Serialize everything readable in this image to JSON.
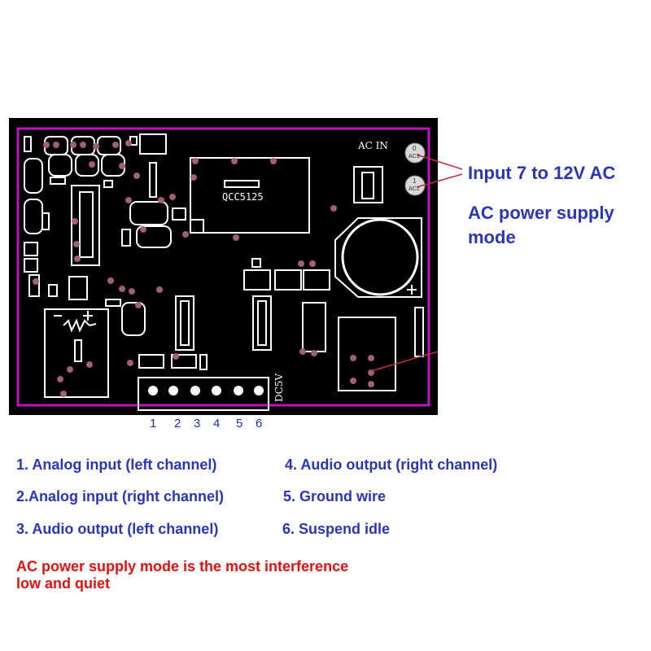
{
  "board": {
    "ac_in_label": "AC IN",
    "chip_label": "QCC5125",
    "dc_label": "DC5V",
    "ac_terminal_labels": [
      "AC3",
      "AC2"
    ],
    "ac_terminal_nums": [
      "0",
      "1"
    ],
    "pins": [
      "1",
      "2",
      "3",
      "4",
      "5",
      "6"
    ],
    "colors": {
      "pcb": "#000000",
      "outline": "#c014c0",
      "silk": "#ffffff",
      "pad": "#a06070",
      "callout": "#c03040"
    }
  },
  "callouts": {
    "input_voltage": "Input 7 to 12V AC",
    "mode_line1": "AC power supply",
    "mode_line2": "mode"
  },
  "legend": {
    "item1": "1. Analog input (left channel)",
    "item2": "2.Analog input (right channel)",
    "item3": "3. Audio output (left channel)",
    "item4": "4. Audio output (right channel)",
    "item5": "5. Ground wire",
    "item6": "6. Suspend idle"
  },
  "note": {
    "line1": "AC power supply mode is the most interference",
    "line2": "low and quiet"
  }
}
